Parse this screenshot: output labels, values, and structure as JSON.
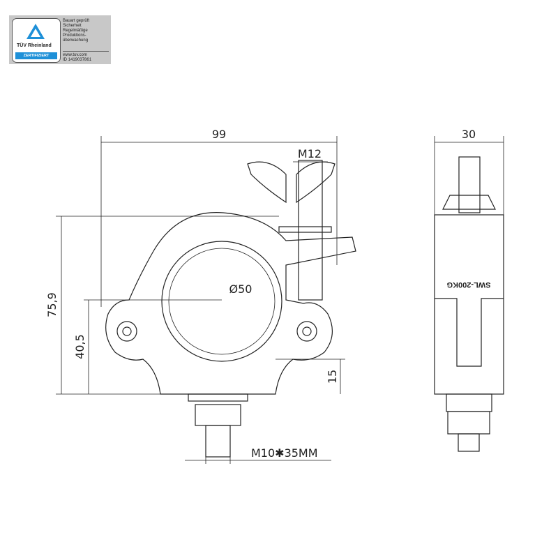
{
  "badge": {
    "brand": "TÜV Rheinland",
    "certified": "ZERTIFIZIERT",
    "info_lines": [
      "Bauart geprüft",
      "Sicherheit",
      "Regelmäßige",
      "Produktions-",
      "überwachung"
    ],
    "website": "www.tuv.com",
    "id": "ID 1419037861"
  },
  "dimensions": {
    "width": "99",
    "height": "75,9",
    "center_height": "40,5",
    "base": "15",
    "thread_top": "M12",
    "tube_diameter": "Ø50",
    "bolt": "M10✱35MM",
    "side_width": "30"
  },
  "side_label": "SWL-200KG",
  "colors": {
    "badge_blue": "#1e90d8",
    "line": "#222222"
  }
}
